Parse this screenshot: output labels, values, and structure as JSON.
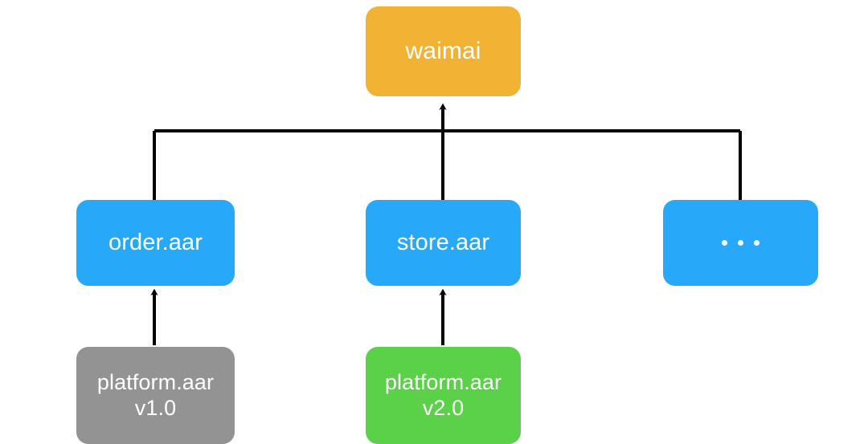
{
  "diagram": {
    "title": "waimai module dependency diagram",
    "background_color": "#ffffff",
    "palette": {
      "root": "#f2b233",
      "module": "#28a8f8",
      "legacy": "#939393",
      "updated": "#5bd14a",
      "edge": "#000000",
      "node_text": "#ffffff"
    },
    "nodes": {
      "root": {
        "label": "waimai",
        "color": "#f2b233"
      },
      "modules": [
        {
          "label": "order.aar",
          "color": "#28a8f8",
          "kind": "text"
        },
        {
          "label": "store.aar",
          "color": "#28a8f8",
          "kind": "text"
        },
        {
          "label": "…",
          "color": "#28a8f8",
          "kind": "ellipsis"
        }
      ],
      "libraries": [
        {
          "name": "platform.aar",
          "version": "v1.0",
          "color": "#939393"
        },
        {
          "name": "platform.aar",
          "version": "v2.0",
          "color": "#5bd14a"
        }
      ]
    },
    "edges": [
      {
        "from": "order.aar",
        "to": "waimai",
        "style": "elbow-bus"
      },
      {
        "from": "store.aar",
        "to": "waimai",
        "style": "straight-arrow"
      },
      {
        "from": "…",
        "to": "waimai",
        "style": "elbow-bus"
      },
      {
        "from": "platform.aar v1.0",
        "to": "order.aar",
        "style": "straight-arrow"
      },
      {
        "from": "platform.aar v2.0",
        "to": "store.aar",
        "style": "straight-arrow"
      }
    ]
  }
}
